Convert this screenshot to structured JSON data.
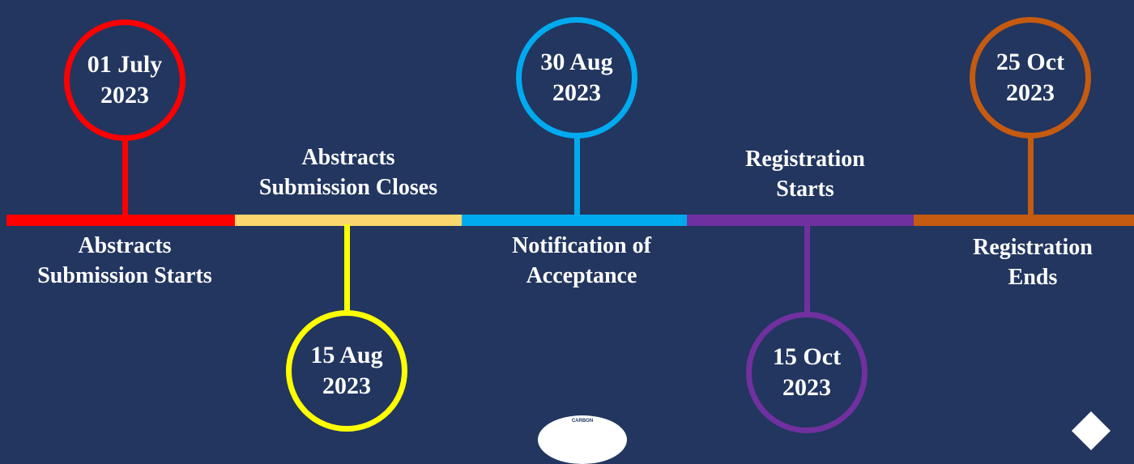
{
  "timeline": {
    "colors": {
      "background": "#22365f",
      "red": "#ff0000",
      "yellow": "#ffff00",
      "light_yellow": "#fad66c",
      "blue": "#00aaee",
      "purple": "#7030a0",
      "orange": "#c55a11"
    },
    "milestones": [
      {
        "date_line1": "01 July",
        "date_line2": "2023",
        "label_line1": "Abstracts",
        "label_line2": "Submission Starts"
      },
      {
        "date_line1": "15 Aug",
        "date_line2": "2023",
        "label_line1": "Abstracts",
        "label_line2": "Submission Closes"
      },
      {
        "date_line1": "30 Aug",
        "date_line2": "2023",
        "label_line1": "Notification of",
        "label_line2": "Acceptance"
      },
      {
        "date_line1": "15 Oct",
        "date_line2": "2023",
        "label_line1": "Registration",
        "label_line2": "Starts"
      },
      {
        "date_line1": "25 Oct",
        "date_line2": "2023",
        "label_line1": "Registration",
        "label_line2": "Ends"
      }
    ]
  },
  "footer": {
    "logo_text": "CARBON"
  }
}
